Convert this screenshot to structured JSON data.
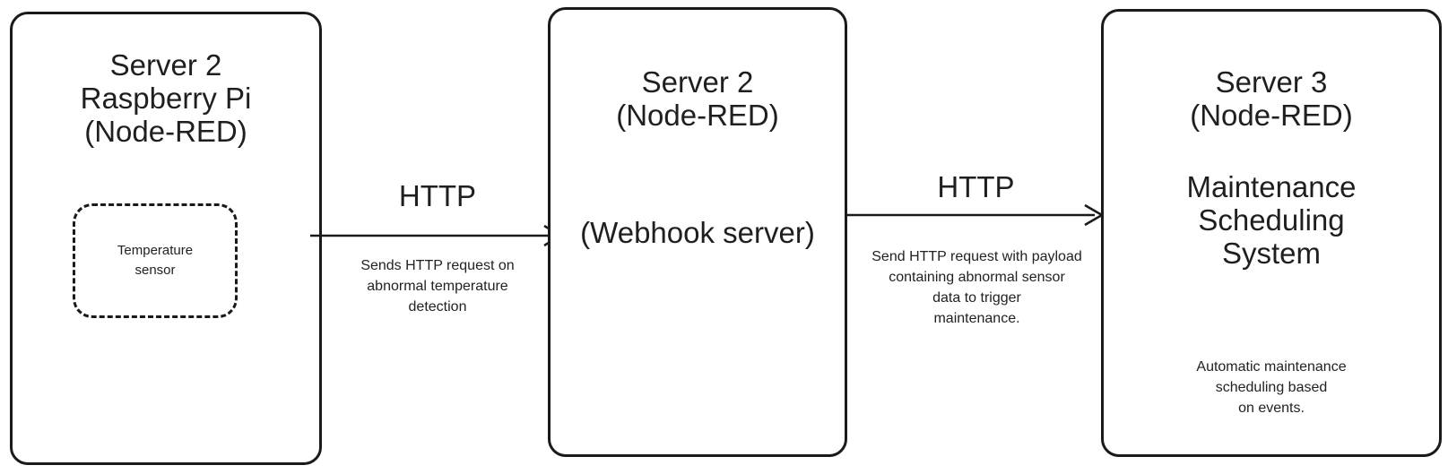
{
  "diagram": {
    "type": "flow",
    "background": "#ffffff",
    "stroke_color": "#1a1a1a",
    "text_color": "#1f1f1f",
    "nodes": [
      {
        "id": "raspberry-pi",
        "title": "Server 2\nRaspberry Pi\n(Node-RED)",
        "inner": {
          "id": "temperature-sensor",
          "label": "Temperature\nsensor",
          "border_style": "dashed"
        }
      },
      {
        "id": "webhook",
        "title": "Server 2\n(Node-RED)",
        "subtitle": "(Webhook server)"
      },
      {
        "id": "maintenance",
        "title": "Server 3\n(Node-RED)",
        "subtitle": "Maintenance\nScheduling\nSystem",
        "caption": "Automatic maintenance\nscheduling based\non events."
      }
    ],
    "edges": [
      {
        "id": "edge-1",
        "from": "raspberry-pi",
        "to": "webhook",
        "label": "HTTP",
        "caption": "Sends HTTP request on\nabnormal temperature\ndetection",
        "direction": "right"
      },
      {
        "id": "edge-2",
        "from": "webhook",
        "to": "maintenance",
        "label": "HTTP",
        "caption": "Send HTTP request with payload\ncontaining abnormal sensor\ndata to trigger\nmaintenance.",
        "direction": "right"
      }
    ]
  }
}
